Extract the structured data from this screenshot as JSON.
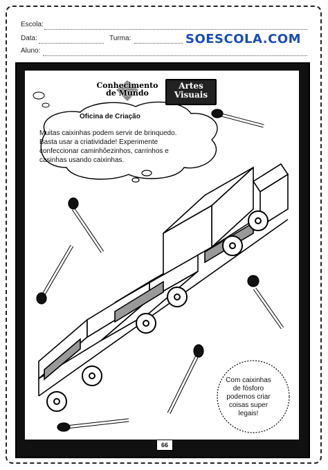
{
  "header": {
    "school_label": "Escola:",
    "date_label": "Data:",
    "class_label": "Turma:",
    "student_label": "Aluno:",
    "brand": "SOESCOLA.COM"
  },
  "activity": {
    "tag_left_line1": "Conhecimento",
    "tag_left_line2": "de Mundo",
    "tag_right_line1": "Artes",
    "tag_right_line2": "Visuais",
    "cloud_title": "Oficina de Criação",
    "cloud_text": "Muitas caixinhas podem servir de brinquedo. Basta usar a criatividade! Experimente confeccionar caminhõezinhos, carrinhos e casinhas usando caixinhas.",
    "bubble_text": "Com caixinhas de fósforo podemos criar coisas super legais!",
    "page_number": "66"
  }
}
